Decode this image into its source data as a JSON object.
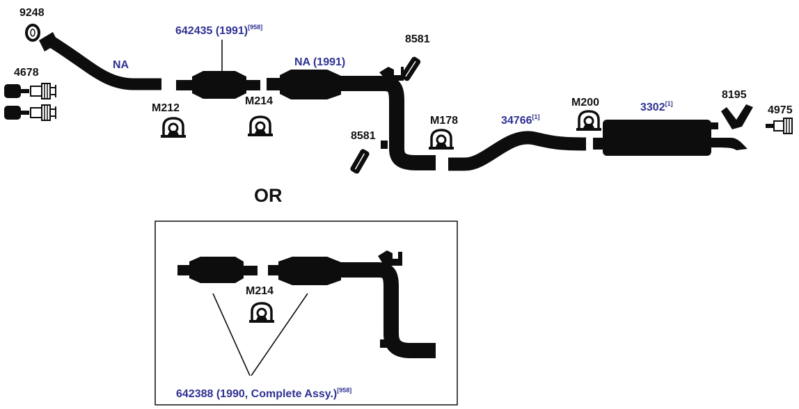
{
  "parts": {
    "gasket_9248": "9248",
    "hanger_4678": "4678",
    "pipe_na_front": "NA",
    "clamp_m212": "M212",
    "converter_642435": {
      "text": "642435 (1991)",
      "sup": "[958]"
    },
    "clamp_m214": "M214",
    "pipe_na_1991": "NA (1991)",
    "hanger_8581_top": "8581",
    "hanger_8581_bottom": "8581",
    "clamp_m178": "M178",
    "pipe_34766": {
      "text": "34766",
      "sup": "[1]"
    },
    "clamp_m200": "M200",
    "muffler_3302": {
      "text": "3302",
      "sup": "[1]"
    },
    "hanger_8195": "8195",
    "hanger_4975": "4975"
  },
  "or_label": "OR",
  "alternate": {
    "clamp_m214": "M214",
    "assembly": {
      "text": "642388 (1990, Complete Assy.)",
      "sup": "[958]"
    }
  },
  "colors": {
    "part_label": "#111111",
    "pipe_label": "#2e3192",
    "parts": "#0d0d0d"
  }
}
